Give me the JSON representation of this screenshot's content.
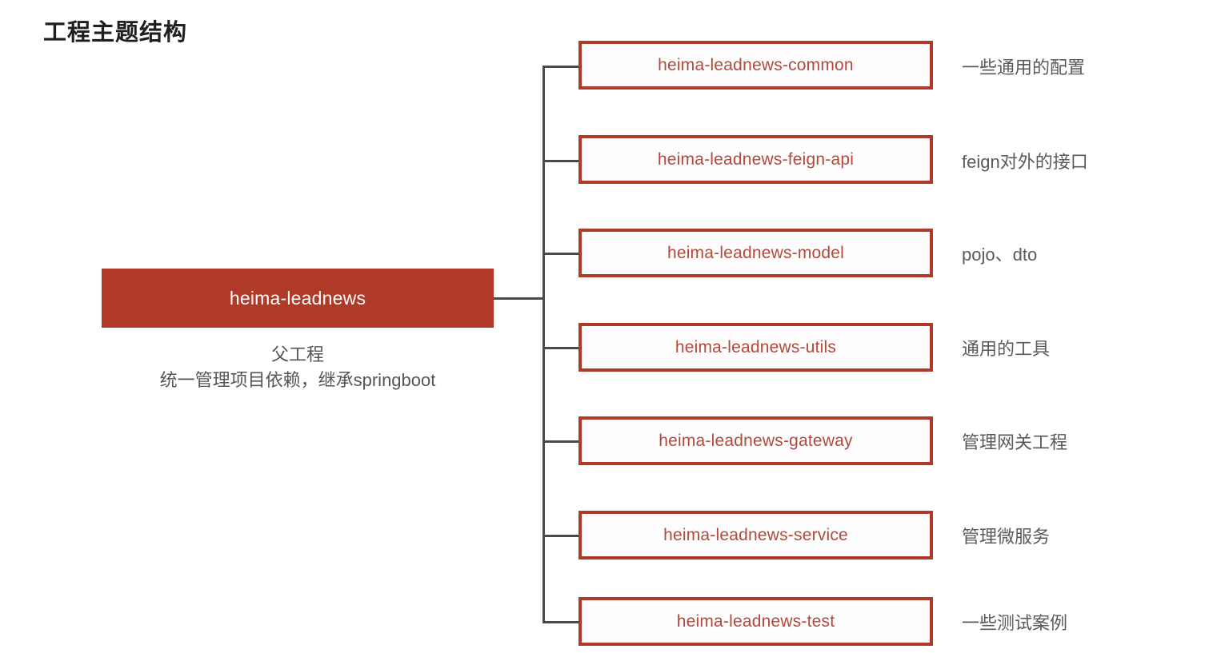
{
  "page": {
    "title": "工程主题结构",
    "title_color": "#1f1f1f",
    "background": "#ffffff"
  },
  "colors": {
    "accent_red": "#b03a28",
    "box_text_red": "#b5483a",
    "connector_gray": "#4a4a4a",
    "annotation_gray": "#5a5a5a",
    "root_text": "#ffffff"
  },
  "diagram": {
    "type": "tree",
    "root": {
      "label": "heima-leadnews",
      "caption_lines": [
        "父工程",
        "统一管理项目依赖，继承springboot"
      ]
    },
    "children": [
      {
        "label": "heima-leadnews-common",
        "annotation": "一些通用的配置"
      },
      {
        "label": "heima-leadnews-feign-api",
        "annotation": "feign对外的接口"
      },
      {
        "label": "heima-leadnews-model",
        "annotation": "pojo、dto"
      },
      {
        "label": "heima-leadnews-utils",
        "annotation": "通用的工具"
      },
      {
        "label": "heima-leadnews-gateway",
        "annotation": "管理网关工程"
      },
      {
        "label": "heima-leadnews-service",
        "annotation": "管理微服务"
      },
      {
        "label": "heima-leadnews-test",
        "annotation": "一些测试案例"
      }
    ]
  }
}
